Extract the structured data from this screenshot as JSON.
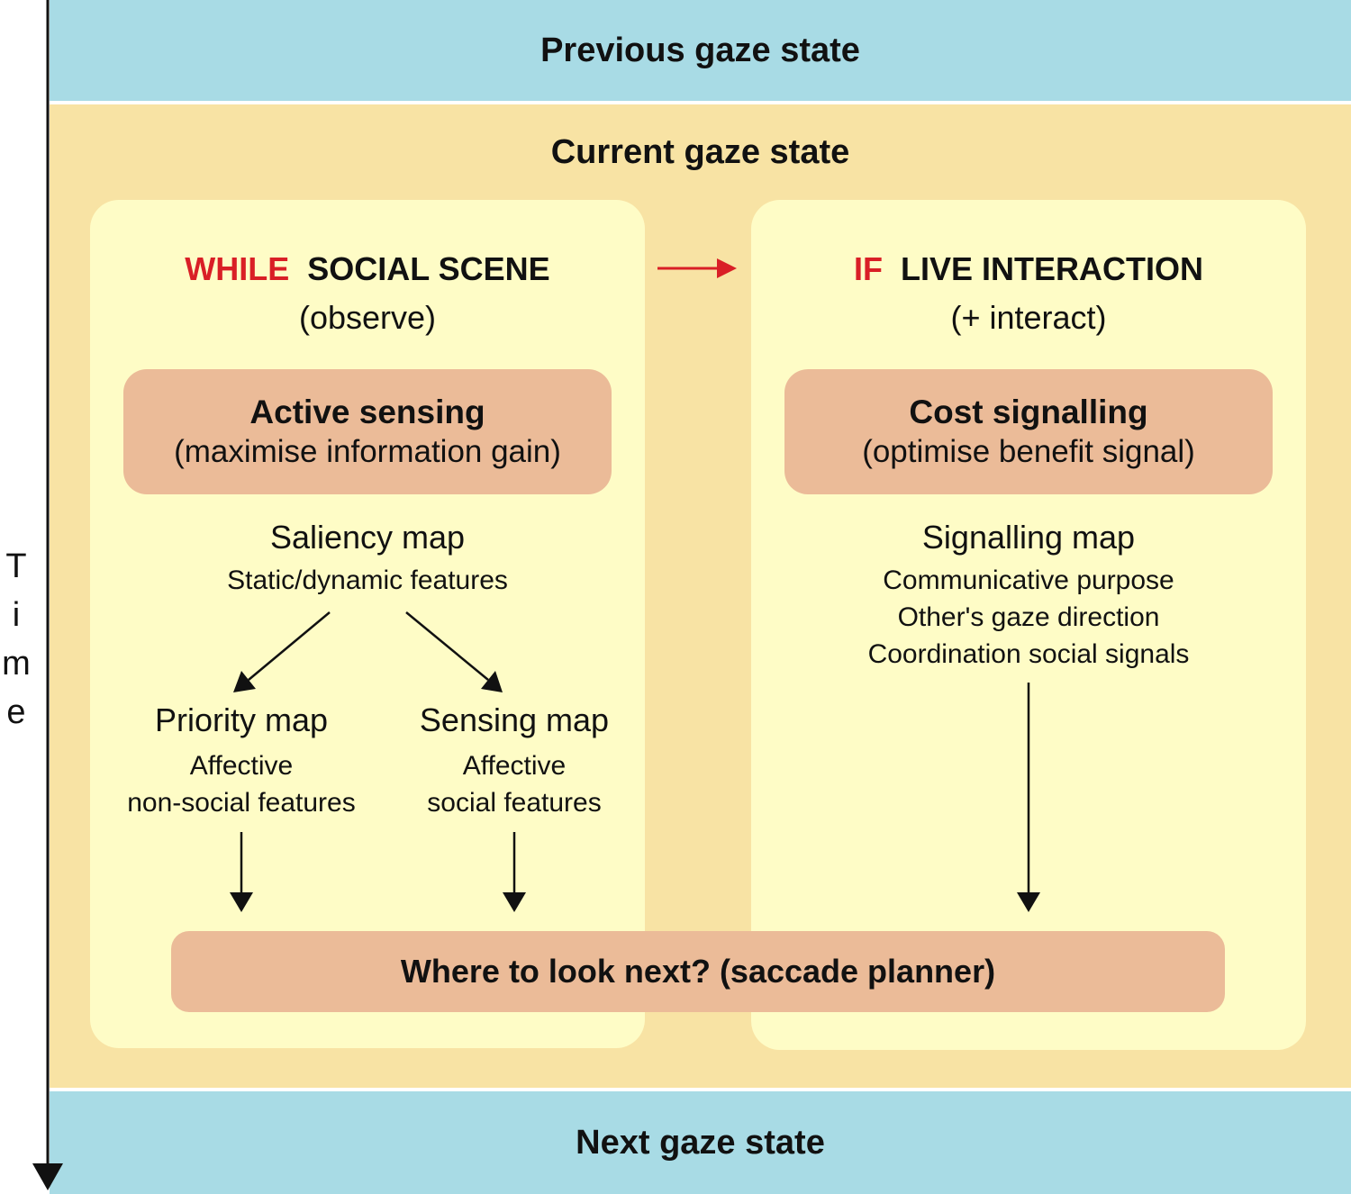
{
  "previous_state": "Previous gaze state",
  "current_state": "Current gaze state",
  "next_state": "Next gaze state",
  "time_label": [
    "T",
    "i",
    "m",
    "e"
  ],
  "left_panel": {
    "keyword": "WHILE",
    "heading": "SOCIAL SCENE",
    "subheading": "(observe)",
    "process_title": "Active sensing",
    "process_sub": "(maximise information gain)",
    "saliency_title": "Saliency map",
    "saliency_desc": "Static/dynamic features",
    "priority_title": "Priority map",
    "priority_desc": [
      "Affective",
      "non-social features"
    ],
    "sensing_title": "Sensing map",
    "sensing_desc": [
      "Affective",
      "social features"
    ]
  },
  "right_panel": {
    "keyword": "IF",
    "heading": "LIVE INTERACTION",
    "subheading": "(+ interact)",
    "process_title": "Cost signalling",
    "process_sub": "(optimise benefit signal)",
    "signalling_title": "Signalling map",
    "signalling_desc": [
      "Communicative purpose",
      "Other's gaze direction",
      "Coordination social signals"
    ]
  },
  "planner": "Where to look next? (saccade planner)",
  "colors": {
    "state_band": "#a8dbe5",
    "current_state_bg": "#f8e3a4",
    "panel_bg": "#fefcc6",
    "process_pill": "#ebbb98",
    "keyword_red": "#d91f26"
  }
}
